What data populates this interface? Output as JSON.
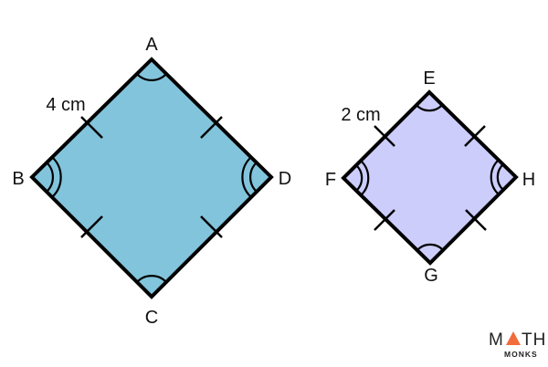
{
  "rhombus_large": {
    "vertices": [
      "A",
      "B",
      "C",
      "D"
    ],
    "side_label": "4 cm",
    "fill": "#82c4dc"
  },
  "rhombus_small": {
    "vertices": [
      "E",
      "F",
      "G",
      "H"
    ],
    "side_label": "2 cm",
    "fill": "#cccdfb"
  },
  "logo": {
    "line1": "MATH",
    "line2": "MONKS",
    "accent": "#f26b3a"
  },
  "stroke_color": "#000000"
}
